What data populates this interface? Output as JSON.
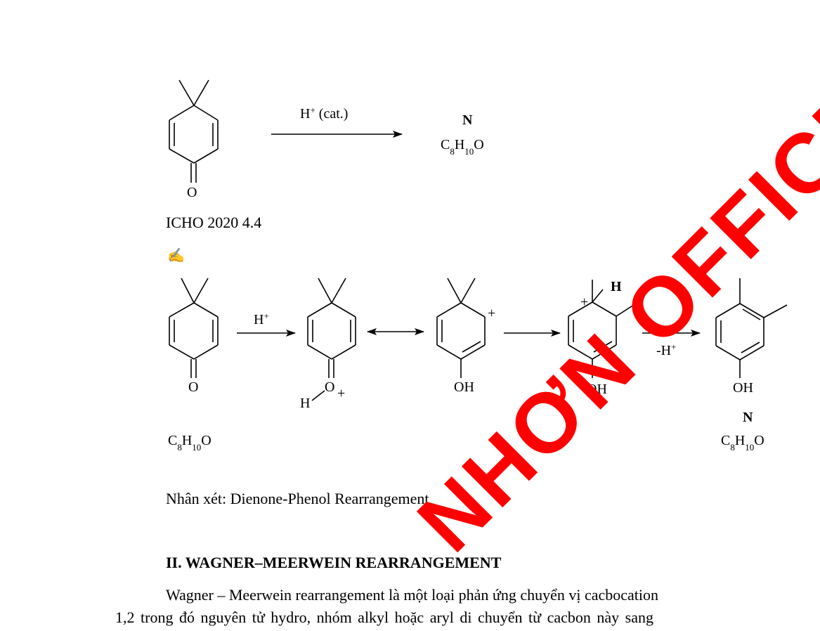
{
  "reaction1": {
    "reactant_o": "O",
    "condition": "H",
    "condition_sup": "+",
    "condition_suffix": " (cat.)",
    "product_label": "N",
    "product_formula": {
      "c": "C",
      "c_sub": "8",
      "h": "H",
      "h_sub": "10",
      "o": "O"
    }
  },
  "problem_ref": "ICHO 2020 4.4",
  "pencil_icon": "✍",
  "mechanism": {
    "s1_o": "O",
    "arrow1_label": "H",
    "arrow1_sup": "+",
    "s2_o": "O",
    "s2_plus": "+",
    "s2_h": "H",
    "s3_plus": "+",
    "s3_oh": "OH",
    "s4_plus": "+",
    "s4_h": "H",
    "s4_oh": "OH",
    "arrow4_label": "-H",
    "arrow4_sup": "+",
    "s5_oh": "OH",
    "s5_label": "N",
    "left_formula": {
      "c": "C",
      "c_sub": "8",
      "h": "H",
      "h_sub": "10",
      "o": "O"
    },
    "right_formula": {
      "c": "C",
      "c_sub": "8",
      "h": "H",
      "h_sub": "10",
      "o": "O"
    }
  },
  "remark": "Nhân xét: Dienone-Phenol Rearrangement",
  "section_heading": "II.  WAGNER–MEERWEIN REARRANGEMENT",
  "paragraph": {
    "line1": "Wagner – Meerwein rearrangement là một loại phản ứng chuyển vị cacbocation",
    "line2": "1,2 trong đó nguyên tử hydro, nhóm alkyl hoặc aryl di chuyển từ cacbon này sang"
  },
  "watermark": "NHƠN OFFICIAL",
  "colors": {
    "watermark": "#ff0000",
    "text": "#000000",
    "background": "#ffffff"
  }
}
